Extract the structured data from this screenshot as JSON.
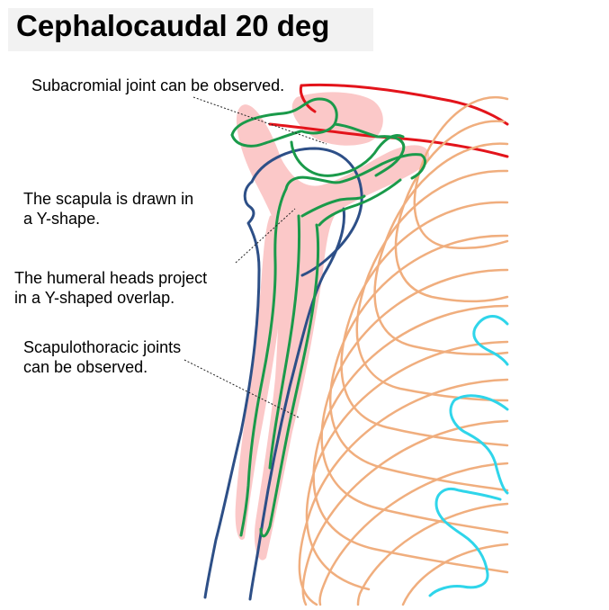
{
  "title": "Cephalocaudal 20 deg",
  "annotations": {
    "subacromial": "Subacromial joint can be observed.",
    "scapula_line1": "The scapula is drawn in",
    "scapula_line2": "a Y-shape.",
    "humeral_line1": "The humeral heads project",
    "humeral_line2": "in a Y-shaped overlap.",
    "scapulothoracic_line1": "Scapulothoracic joints",
    "scapulothoracic_line2": "can be observed."
  },
  "colors": {
    "clavicle": "#e3141b",
    "scapula": "#1a9a4a",
    "humerus": "#2d4f87",
    "ribs": "#f0ae7e",
    "highlight": "#fbc8c8",
    "outline": "#2fd5ea"
  }
}
